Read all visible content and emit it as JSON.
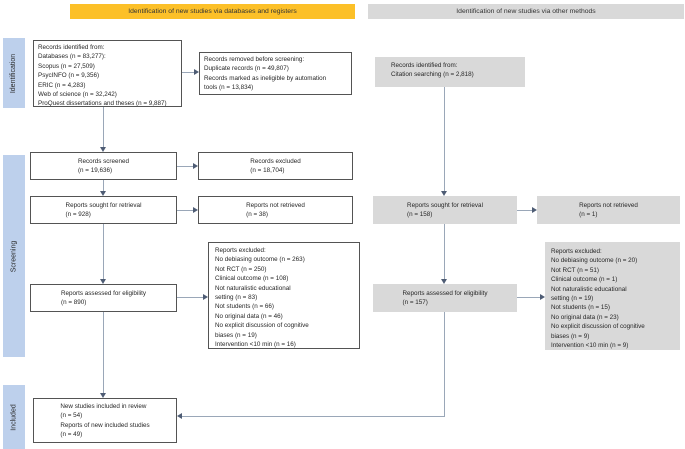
{
  "banners": {
    "databases": "Identification of new studies via databases and registers",
    "other_methods": "Identification of new studies via other methods"
  },
  "stages": {
    "identification": "Identification",
    "screening": "Screening",
    "included": "Included"
  },
  "boxes": {
    "records_identified": {
      "text": "Records identified from:\nDatabases (n = 83,277):\nScopus (n = 27,509)\nPsycINFO (n = 9,356)\nERIC (n = 4,283)\nWeb of science (n = 32,242)\nProQuest dissertations and theses (n = 9,887)"
    },
    "records_removed": {
      "text": "Records removed before screening:\nDuplicate records (n = 49,807)\nRecords marked as ineligible by automation\ntools (n = 13,834)"
    },
    "citation_identified": {
      "text": "Records identified from:\nCitation searching (n = 2,818)"
    },
    "records_screened": {
      "text": "Records screened\n(n = 19,636)"
    },
    "records_excluded": {
      "text": "Records excluded\n(n = 18,704)"
    },
    "reports_sought_databases": {
      "text": "Reports sought for retrieval\n(n = 928)"
    },
    "reports_not_retrieved_databases": {
      "text": "Reports not retrieved\n(n = 38)"
    },
    "reports_sought_other": {
      "text": "Reports sought for retrieval\n(n = 158)"
    },
    "reports_not_retrieved_other": {
      "text": "Reports not retrieved\n(n = 1)"
    },
    "reports_excluded_databases": {
      "text": "Reports excluded:\nNo debiasing outcome (n = 263)\nNot RCT (n = 250)\nClinical outcome (n = 108)\nNot naturalistic educational\nsetting (n = 83)\nNot students (n = 66)\nNo original data (n = 46)\nNo explicit discussion of cognitive\nbiases (n = 19)\nIntervention <10 min (n = 16)"
    },
    "reports_assessed_databases": {
      "text": "Reports assessed for eligibility\n(n = 890)"
    },
    "reports_assessed_other": {
      "text": "Reports assessed for eligibility\n(n = 157)"
    },
    "reports_excluded_other": {
      "text": "Reports excluded:\nNo debiasing outcome (n = 20)\nNot RCT (n = 51)\nClinical outcome (n = 1)\nNot naturalistic educational\nsetting (n = 19)\nNot students (n = 15)\nNo original data (n = 23)\nNo explicit discussion of cognitive\nbiases (n = 9)\nIntervention <10 min (n = 9)"
    },
    "new_studies_included": {
      "text": "New studies included in review\n(n = 54)\nReports of new included studies\n(n = 49)"
    }
  },
  "colors": {
    "banner_yellow": "#fcc028",
    "banner_gray": "#d9d9d9",
    "stage_blue": "#bdd0ec",
    "box_border": "#545454",
    "connector_line": "#9aa7b8",
    "arrowhead": "#4e5c74"
  }
}
